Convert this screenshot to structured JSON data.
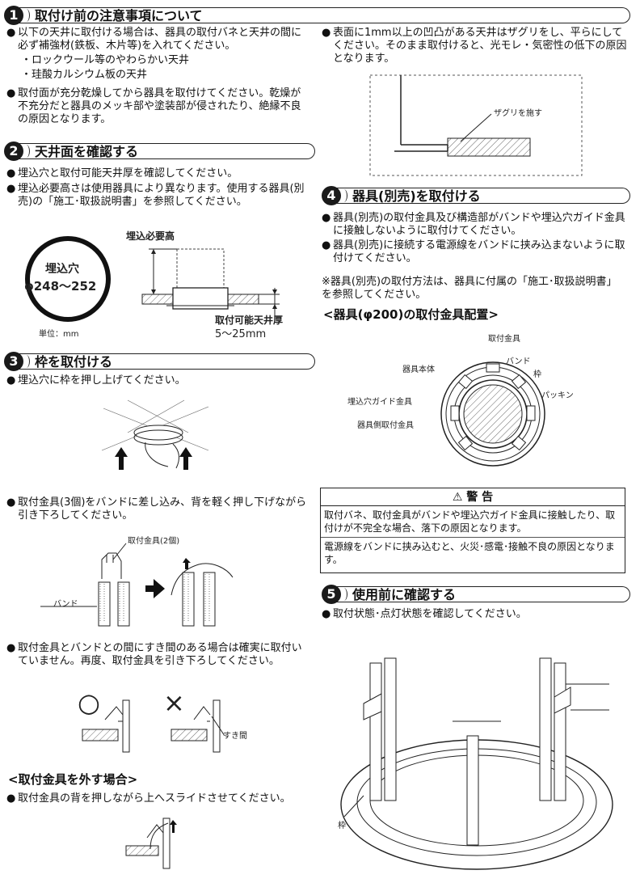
{
  "sections": [
    {
      "num": "1",
      "title": "取付け前の注意事項について"
    },
    {
      "num": "2",
      "title": "天井面を確認する"
    },
    {
      "num": "3",
      "title": "枠を取付ける"
    },
    {
      "num": "4",
      "title": "器具(別売)を取付ける"
    },
    {
      "num": "5",
      "title": "使用前に確認する"
    }
  ],
  "bullet_symbol": "●",
  "s1": {
    "b1": "以下の天井に取付ける場合は、器具の取付バネと天井の間に必ず補強材(鉄板、木片等)を入れてください。",
    "sub1": "・ロックウール等のやわらかい天井",
    "sub2": "・珪酸カルシウム板の天井",
    "b2": "取付面が充分乾燥してから器具を取付けてください。乾燥が不充分だと器具のメッキ部や塗装部が侵されたり、絶縁不良の原因となります。",
    "b3": "表面に1mm以上の凹凸がある天井はザグリをし、平らにしてください。そのまま取付けると、光モレ・気密性の低下の原因となります。",
    "fig_label": "ザグリを施す"
  },
  "s2": {
    "b1": "埋込穴と取付可能天井厚を確認してください。",
    "b2": "埋込必要高さは使用器具により異なります。使用する器具(別売)の「施工･取扱説明書」を参照してください。",
    "hole_label": "埋込穴",
    "hole_dim": "φ248〜252",
    "unit": "単位：mm",
    "height_label": "埋込必要高",
    "thick_label": "取付可能天井厚",
    "thick_value": "5〜25mm"
  },
  "s3": {
    "b1": "埋込穴に枠を押し上げてください。",
    "b2": "取付金具(3個)をバンドに差し込み、背を軽く押し下げながら引き下ろしてください。",
    "fig_bracket": "取付金具(2個)",
    "fig_band": "バンド",
    "b3": "取付金具とバンドとの間にすき間のある場合は確実に取付いていません。再度、取付金具を引き下ろしてください。",
    "ok": "○",
    "ng": "×",
    "gap": "すき間",
    "remove_title": "<取付金具を外す場合>",
    "b4": "取付金具の背を押しながら上へスライドさせてください。"
  },
  "s4": {
    "b1": "器具(別売)の取付金具及び構造部がバンドや埋込穴ガイド金具に接触しないように取付けてください。",
    "b2": "器具(別売)に接続する電源線をバンドに挟み込まないように取付けてください。",
    "note": "※器具(別売)の取付方法は、器具に付属の「施工･取扱説明書」を参照してください。",
    "layout_title": "<器具(φ200)の取付金具配置>",
    "lbl_bracket": "取付金具",
    "lbl_body": "器具本体",
    "lbl_band": "バンド",
    "lbl_frame": "枠",
    "lbl_packing": "パッキン",
    "lbl_guide": "埋込穴ガイド金具",
    "lbl_side": "器具側取付金具"
  },
  "warning": {
    "title": "⚠ 警 告",
    "p1": "取付バネ、取付金具がバンドや埋込穴ガイド金具に接触したり、取付けが不完全な場合、落下の原因となります。",
    "p2": "電源線をバンドに挟み込むと、火災･感電･接触不良の原因となります。"
  },
  "s5": {
    "b1": "取付状態･点灯状態を確認してください。",
    "lbl_frame": "枠"
  }
}
